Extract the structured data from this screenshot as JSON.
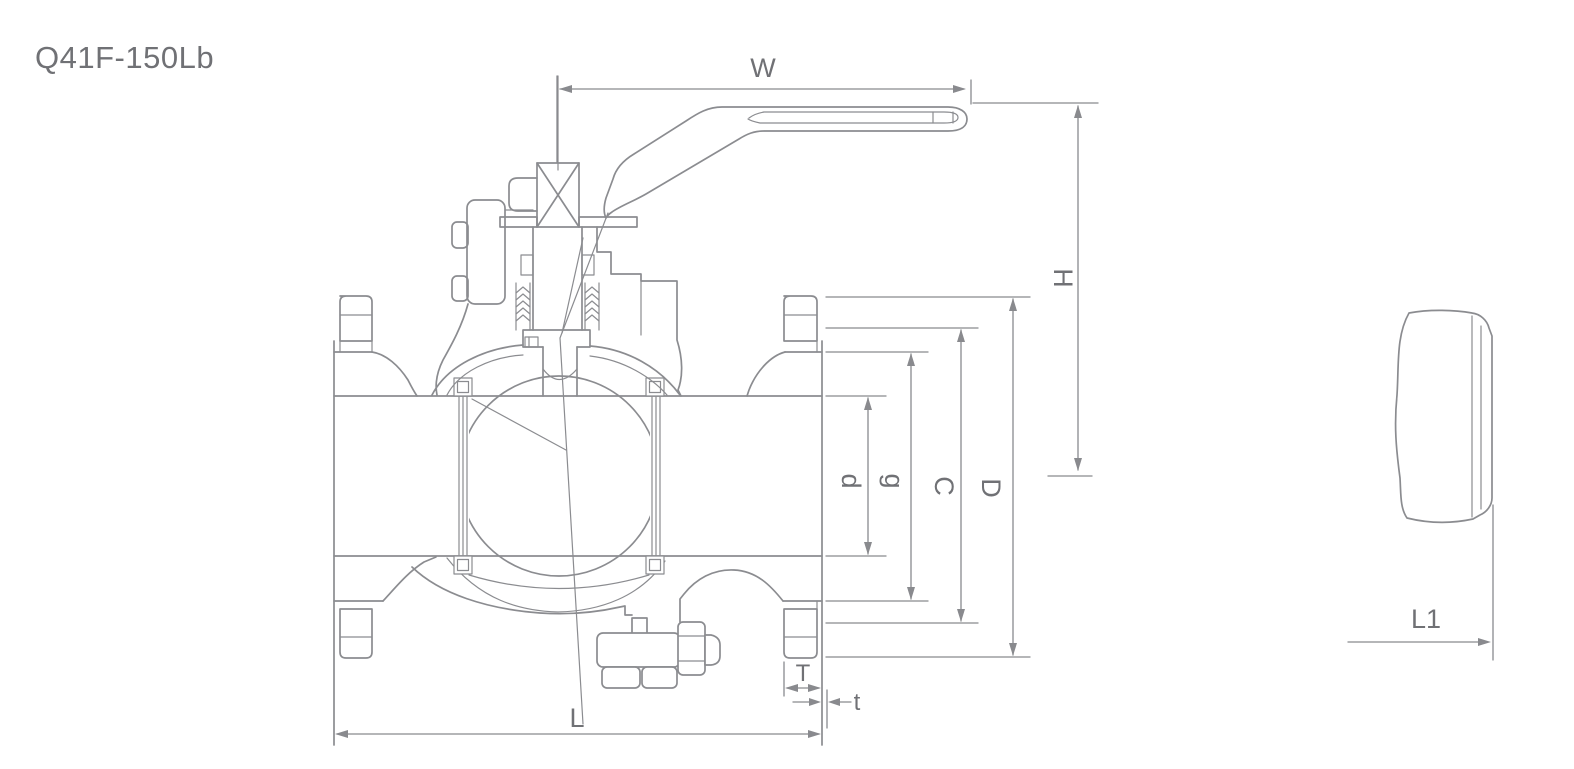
{
  "title": "Q41F-150Lb",
  "colors": {
    "background": "#ffffff",
    "line": "#8b8c90",
    "dimension": "#898a8e",
    "text": "#707175"
  },
  "dimension_labels": {
    "W": "W",
    "H": "H",
    "d": "d",
    "g": "g",
    "C": "C",
    "D": "D",
    "T": "T",
    "t": "t",
    "L": "L",
    "L1": "L1"
  }
}
